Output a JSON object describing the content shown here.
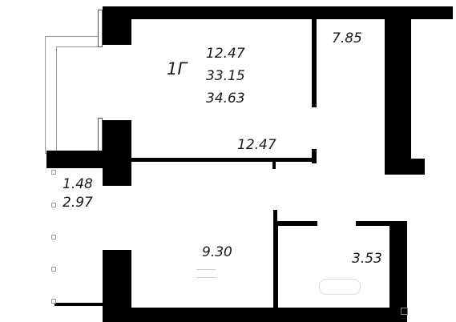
{
  "plan": {
    "apartment_label": "1Г",
    "living_area": "12.47",
    "total_living": "33.15",
    "total_area": "34.63",
    "corridor_area": "7.85",
    "room_area": "12.47",
    "balcony_area": "1.48",
    "balcony_total": "2.97",
    "kitchen_area": "9.30",
    "bathroom_area": "3.53"
  },
  "colors": {
    "wall": "#000000",
    "text": "#1a1a1a",
    "background": "#ffffff"
  }
}
